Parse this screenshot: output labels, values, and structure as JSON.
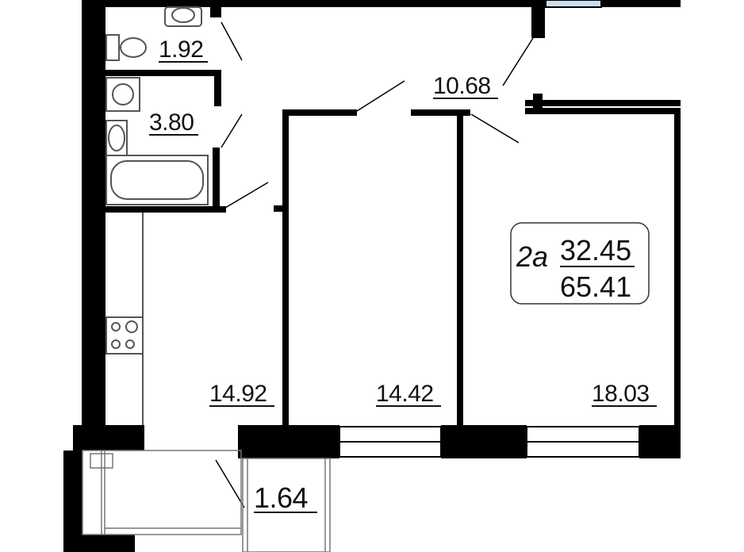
{
  "rooms": [
    {
      "id": "wc",
      "area": "1.92"
    },
    {
      "id": "bathroom",
      "area": "3.80"
    },
    {
      "id": "hallway",
      "area": "10.68"
    },
    {
      "id": "kitchen",
      "area": "14.92"
    },
    {
      "id": "bedroom",
      "area": "14.42"
    },
    {
      "id": "living-room",
      "area": "18.03"
    },
    {
      "id": "balcony",
      "area": "1.64"
    }
  ],
  "summary": {
    "apartment_type": "2а",
    "living_area": "32.45",
    "total_area": "65.41"
  },
  "colors": {
    "wall": "#000000",
    "fixture_stroke": "#555555",
    "window_pane": "#ffffff",
    "window_accent": "#c9dff0"
  }
}
